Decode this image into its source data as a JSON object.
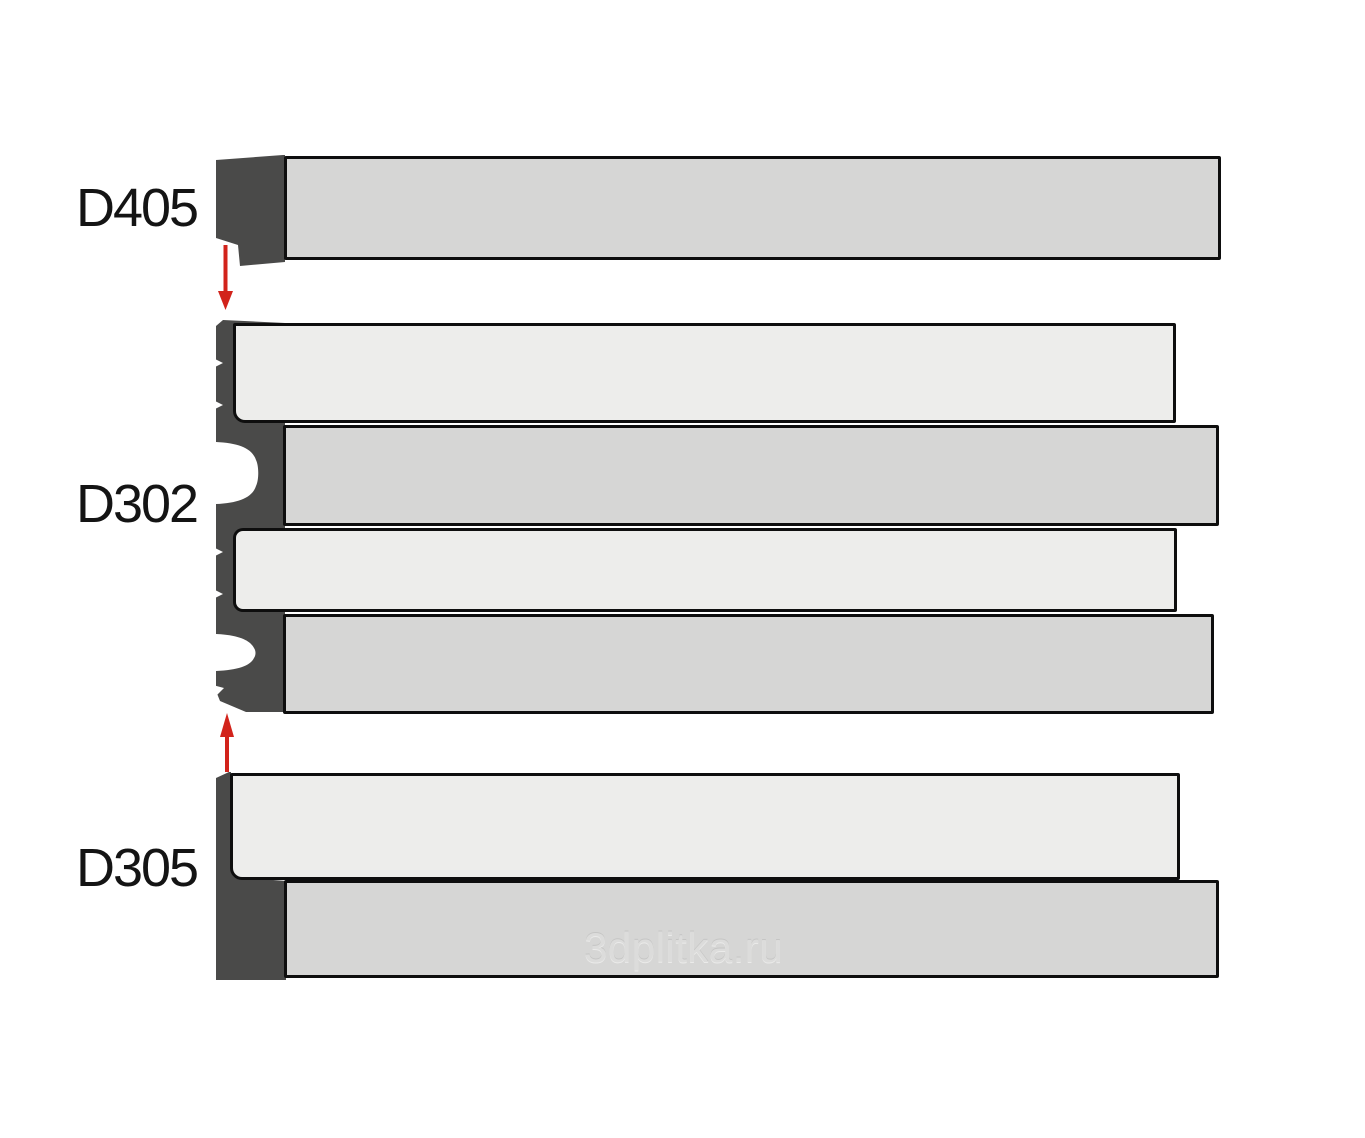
{
  "page": {
    "watermark_text": "3dplitka.ru"
  },
  "diagram": {
    "type": "facade-panel-profile-cross-section",
    "labels": [
      {
        "text": "D405"
      },
      {
        "text": "D302"
      },
      {
        "text": "D305"
      }
    ],
    "arrows": [
      {
        "name": "down-arrow",
        "direction": "down"
      },
      {
        "name": "up-arrow",
        "direction": "up"
      }
    ],
    "colors": {
      "background": "#ffffff",
      "profile_dark": "#4a4a49",
      "panel_light": "#ededeb",
      "panel_gray": "#d6d6d5",
      "outline": "#0e0e0e",
      "arrow_red": "#d2231b",
      "watermark_gray": "#dcdcdb"
    }
  }
}
